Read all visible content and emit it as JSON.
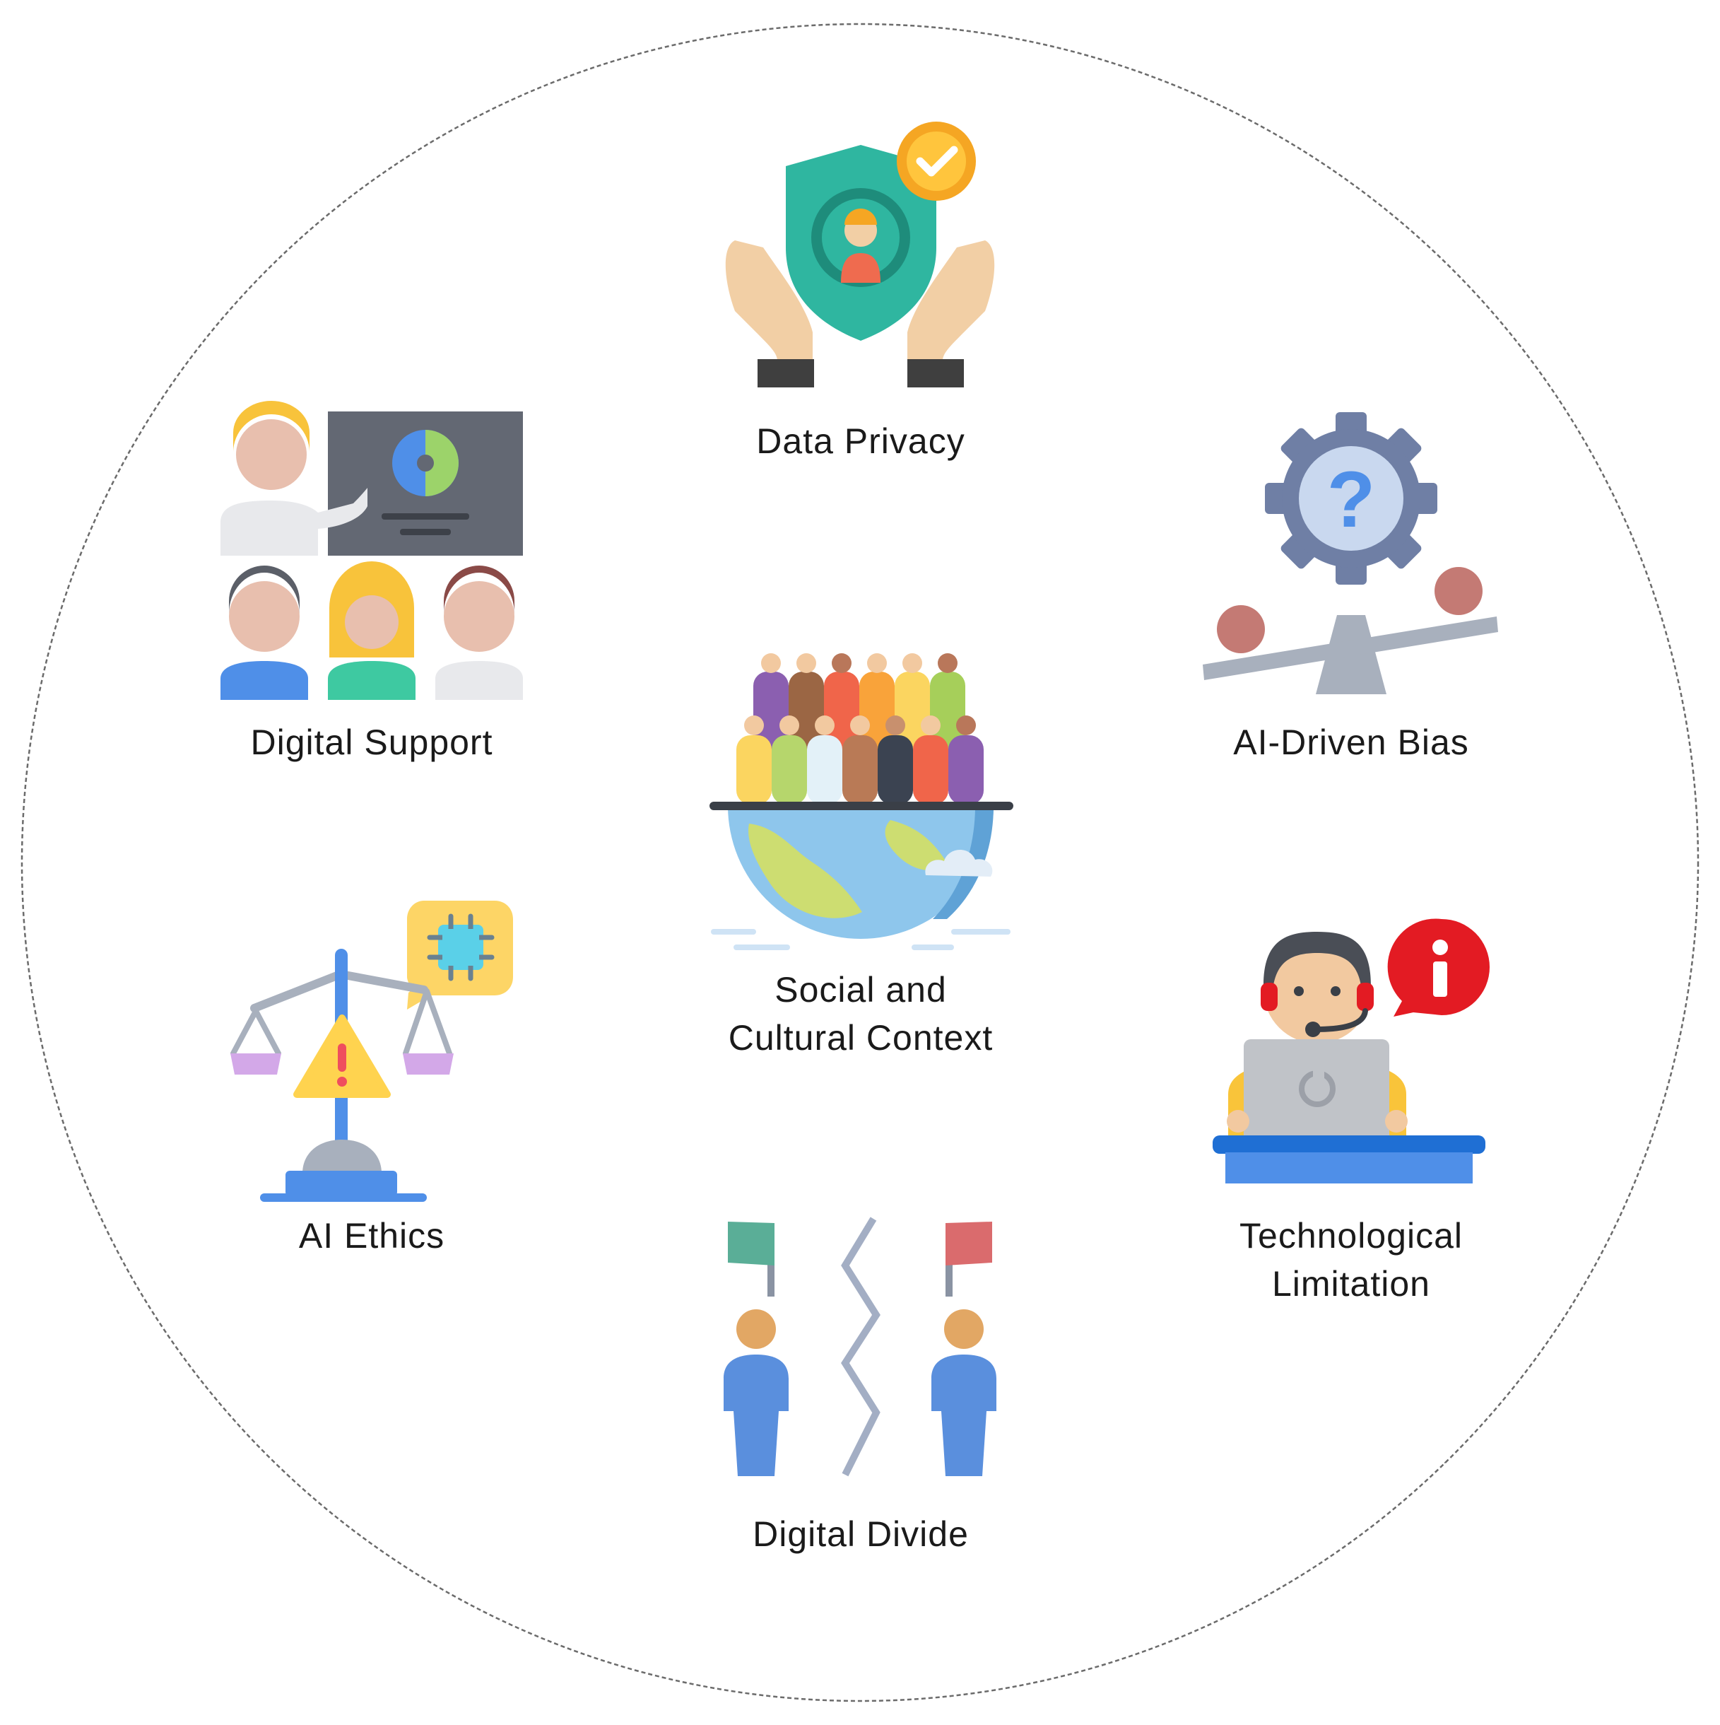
{
  "nodes": [
    {
      "id": "data-privacy",
      "label_lines": [
        "Data Privacy"
      ],
      "icon": "shield-hands-icon"
    },
    {
      "id": "digital-support",
      "label_lines": [
        "Digital Support"
      ],
      "icon": "presentation-icon"
    },
    {
      "id": "ai-driven-bias",
      "label_lines": [
        "AI-Driven Bias"
      ],
      "icon": "gear-balance-icon"
    },
    {
      "id": "social-cultural-context",
      "label_lines": [
        "Social and",
        "Cultural Context"
      ],
      "icon": "people-globe-icon"
    },
    {
      "id": "ai-ethics",
      "label_lines": [
        "AI Ethics"
      ],
      "icon": "scales-warning-icon"
    },
    {
      "id": "technological-limitation",
      "label_lines": [
        "Technological",
        "Limitation"
      ],
      "icon": "support-agent-icon"
    },
    {
      "id": "digital-divide",
      "label_lines": [
        "Digital Divide"
      ],
      "icon": "divided-people-icon"
    }
  ],
  "colors": {
    "circle_stroke": "#6b6b6b",
    "shield": "#2fb6a0",
    "shield_dark": "#1e8c7b",
    "check_badge": "#f5a623",
    "skin": "#f2cfa5",
    "cuff": "#3f3f3f",
    "board": "#636873",
    "gear": "#6f7fa5",
    "gear_inner": "#c9d8ef",
    "balance_ball": "#c47a74",
    "beam": "#a8b0bd",
    "earth_ocean": "#8ec6ec",
    "earth_land": "#cddd71",
    "scale_blue": "#4f8fe8",
    "warning": "#ffd34f",
    "chip_bubble": "#fdd566",
    "chip": "#5ad0e8",
    "info_red": "#e31b23",
    "laptop": "#c0c3c8",
    "desk": "#1f6fd4",
    "person_blue": "#5a8fdd",
    "person_head": "#e2a764",
    "flag_green": "#5aae97",
    "flag_red": "#da6b6d",
    "crack": "#a3aec4",
    "text": "#1a1a1a"
  }
}
